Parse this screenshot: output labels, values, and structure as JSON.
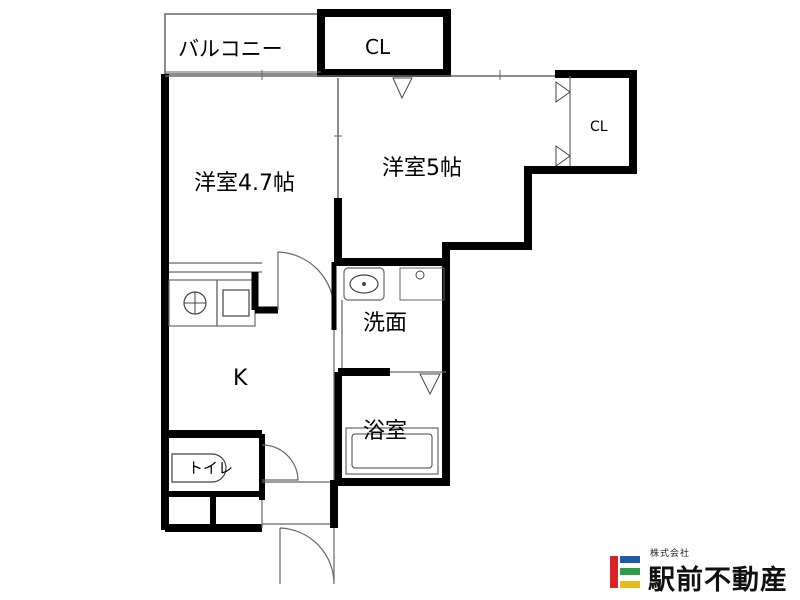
{
  "rooms": {
    "balcony": "バルコニー",
    "closet_top": "CL",
    "closet_right": "CL",
    "western_room_a": "洋室4.7帖",
    "western_room_b": "洋室5帖",
    "kitchen": "K",
    "washroom": "洗面",
    "bathroom": "浴室",
    "toilet": "トイレ"
  },
  "logo": {
    "company_type": "株式会社",
    "company_name": "駅前不動産",
    "colors": {
      "red": "#d9232a",
      "blue": "#1f5aa8",
      "green": "#2f9b46",
      "yellow": "#e9b91c"
    }
  },
  "colors": {
    "wall": "#000000",
    "line": "#666666",
    "background": "#ffffff"
  }
}
